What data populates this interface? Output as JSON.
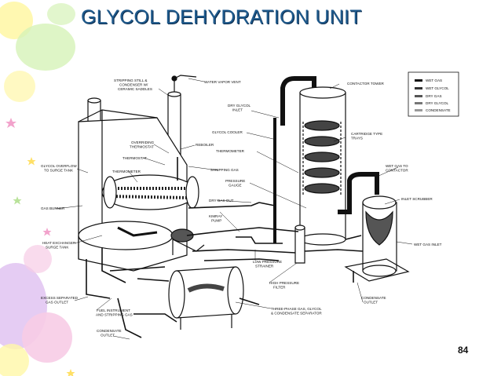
{
  "slide": {
    "title": "GLYCOL DEHYDRATION UNIT",
    "page_number": "84"
  },
  "colors": {
    "title": "#1f5a8c",
    "title_shadow": "#0c2f52",
    "decor_yellow": "#fff7a8",
    "decor_green": "#d6f2b8",
    "decor_pink": "#f7cce6",
    "decor_violet": "#e2c6f2"
  },
  "legend": {
    "items": [
      {
        "label": "WET GAS"
      },
      {
        "label": "WET GLYCOL"
      },
      {
        "label": "DRY GAS"
      },
      {
        "label": "DRY GLYCOL"
      },
      {
        "label": "CONDENSATE"
      }
    ]
  },
  "labels": {
    "stripping_still": [
      "STRIPPING STILL &",
      "CONDENSER W/",
      "CERAMIC SADDLES"
    ],
    "water_vapor_vent": [
      "WATER VAPOR VENT"
    ],
    "contactor_tower": [
      "CONTACTOR TOWER"
    ],
    "dry_glycol_inlet": [
      "DRY GLYCOL",
      "INLET"
    ],
    "glycol_cooler": [
      "GLYCOL COOLER"
    ],
    "cartridge_trays": [
      "CARTRIDGE TYPE",
      "TRAYS"
    ],
    "overriding_thermostat": [
      "OVERRIDING",
      "THERMOSTAT"
    ],
    "reboiler": [
      "REBOILER"
    ],
    "thermostat": [
      "THERMOSTAT"
    ],
    "thermometer_left": [
      "THERMOMETER"
    ],
    "thermometer_mid": [
      "THERMOMETER"
    ],
    "stripping_gas": [
      "STRIPPING GAS"
    ],
    "glycol_overflow": [
      "GLYCOL OVERFLOW",
      "TO SURGE TANK"
    ],
    "wet_gas_to_contactor": [
      "WET GAS TO",
      "CONTACTOR"
    ],
    "pressure_gauge": [
      "PRESSURE",
      "GAUGE"
    ],
    "inlet_scrubber": [
      "INLET SCRUBBER"
    ],
    "gas_burner": [
      "GAS BURNER"
    ],
    "dry_gas_out": [
      "DRY GAS OUT"
    ],
    "kimray_pump": [
      "KIMRAY",
      "PUMP"
    ],
    "wet_gas_inlet": [
      "WET GAS INLET"
    ],
    "heat_exchanger": [
      "HEAT EXCHANGER",
      "SURGE TANK"
    ],
    "low_pressure_strainer": [
      "LOW PRESSURE",
      "STRAINER"
    ],
    "high_pressure_filter": [
      "HIGH PRESSURE",
      "FILTER"
    ],
    "excess_separated_gas": [
      "EXCESS SEPARATED",
      "GAS OUTLET"
    ],
    "fuel_instrument": [
      "FUEL INSTRUMENT",
      "AND STRIPPING GAS"
    ],
    "three_phase_separator": [
      "THREE-PHASE GAS, GLYCOL",
      "& CONDENSATE SEPARATOR"
    ],
    "condensate_outlet_right": [
      "CONDENSATE",
      "OUTLET"
    ],
    "condensate_outlet_bottom": [
      "CONDENSATE",
      "OUTLET"
    ]
  }
}
